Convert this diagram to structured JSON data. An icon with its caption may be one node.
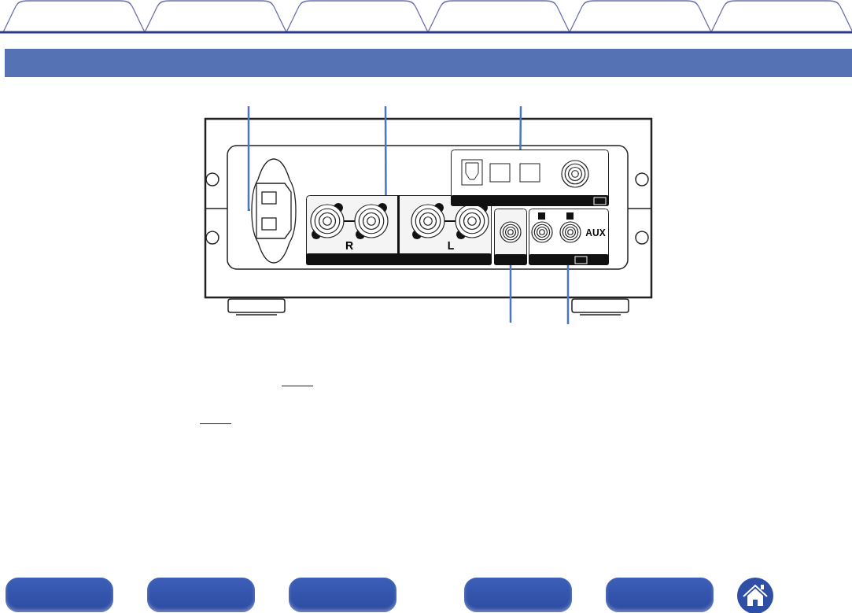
{
  "diagram": {
    "nodes": [
      {
        "text": [],
        "shape": "box"
      },
      {
        "text": [
          "R",
          "L"
        ]
      },
      {
        "text": [],
        "shape": "box"
      },
      {
        "text": [],
        "shape": "box"
      },
      {
        "text": [
          "AUX"
        ]
      }
    ],
    "edges": [
      {
        "from": null,
        "to": 0,
        "arrow": "none"
      },
      {
        "from": null,
        "to": 1,
        "arrow": "none"
      },
      {
        "from": null,
        "to": 2,
        "arrow": "none"
      },
      {
        "from": null,
        "to": 3,
        "arrow": "none"
      },
      {
        "from": null,
        "to": 4,
        "arrow": "none"
      }
    ]
  }
}
